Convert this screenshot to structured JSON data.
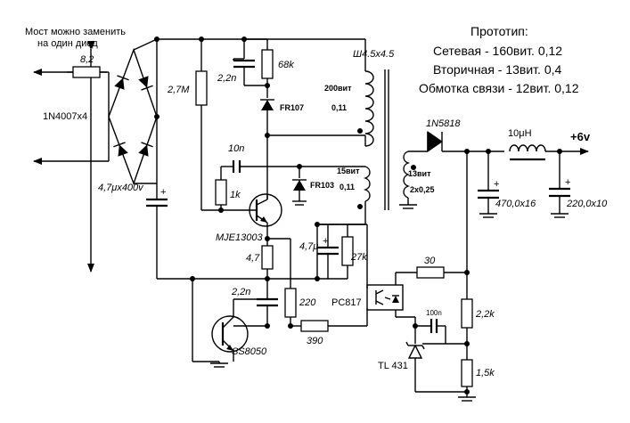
{
  "notes": {
    "bridge_note_line1": "Мост можно заменить",
    "bridge_note_line2": "на один диод",
    "prototype_title": "Прототип:",
    "primary": "Сетевая - 160вит. 0,12",
    "secondary": "Вторичная - 13вит. 0,4",
    "feedback": "Обмотка связи - 12вит. 0,12"
  },
  "components": {
    "r_input": "8,2",
    "bridge": "1N4007x4",
    "c_bulk": "4,7μx400v",
    "r_start": "2,7M",
    "c_snub": "2,2n",
    "r_snub": "68k",
    "d_snub": "FR107",
    "core": "Ш4.5x4.5",
    "w_primary_turns": "200вит",
    "w_primary_wire": "0,11",
    "c_fb": "10n",
    "r_fb": "1k",
    "d_fb": "FR103",
    "w_fb_turns": "15вит",
    "w_fb_wire": "0,11",
    "q_main": "MJE13003",
    "r_emitter": "4,7",
    "c_aux": "4,7μ",
    "r_aux": "27k",
    "c_base": "2,2n",
    "r_base": "220",
    "q_ctrl": "SS8050",
    "r_led": "390",
    "opto": "PC817",
    "d_out": "1N5818",
    "w_sec_turns": "13вит",
    "w_sec_wire": "2x0,25",
    "l_out": "10μH",
    "out_voltage": "+6v",
    "c_out1": "470,0x16",
    "c_out2": "220,0x10",
    "r_opto": "30",
    "c_tl": "100n",
    "r_div_top": "2,2k",
    "r_div_bot": "1,5k",
    "tl": "TL 431",
    "plus": "+"
  }
}
